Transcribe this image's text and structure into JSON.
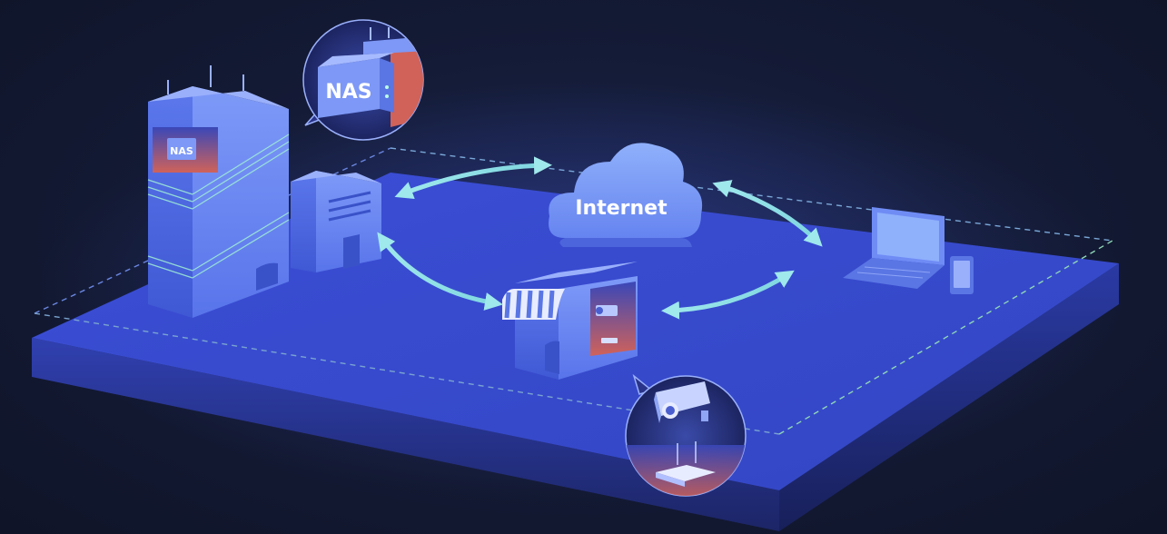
{
  "labels": {
    "cloud": "Internet",
    "nas_bubble": "NAS",
    "nas_building": "NAS"
  },
  "icons": [
    "office-tower-icon",
    "warehouse-icon",
    "cloud-icon",
    "store-icon",
    "laptop-icon",
    "smartphone-icon",
    "nas-server-icon",
    "security-camera-icon",
    "router-icon"
  ],
  "colors": {
    "background": "#141b36",
    "platform_top": "#3a4cd0",
    "platform_front": "#2c3aa8",
    "building": "#6f8cf5",
    "arrow": "#8fe3e8",
    "dashed_outline_left": "#6a86e0",
    "dashed_outline_right": "#8fd6b6",
    "cloud": "#7fa0f8",
    "accent_warm": "#d86a5a"
  }
}
